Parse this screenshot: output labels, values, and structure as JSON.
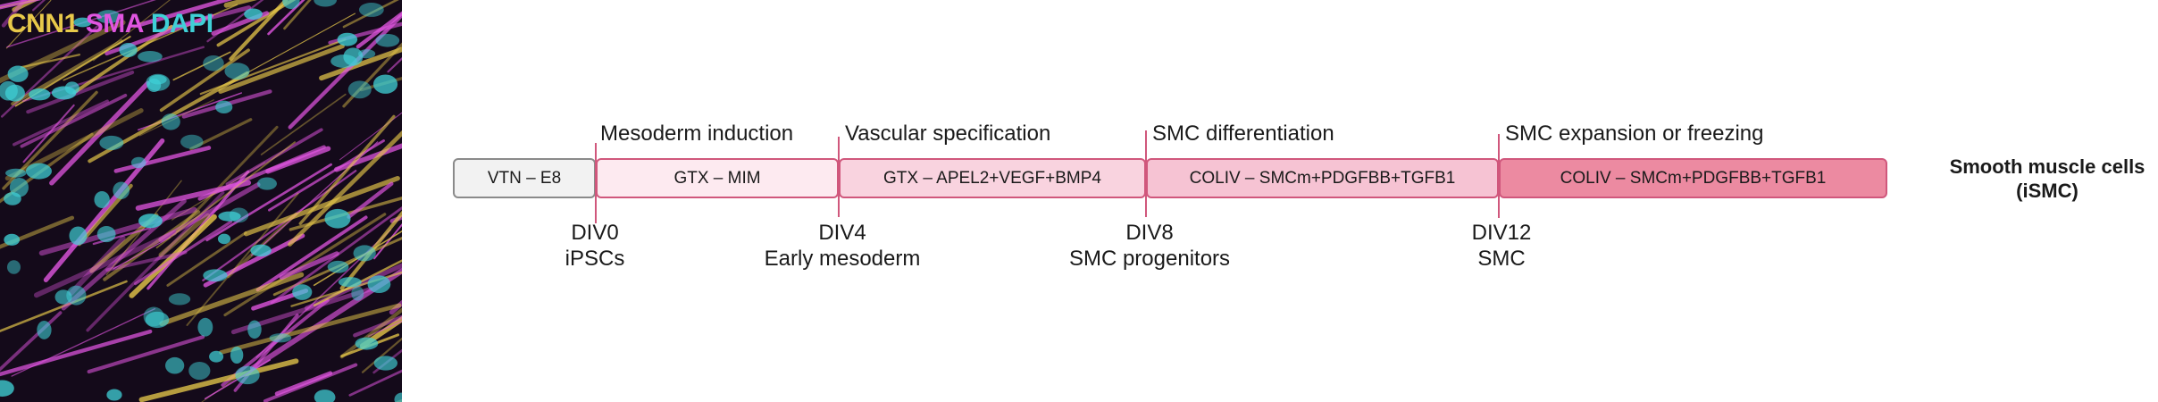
{
  "image_panel": {
    "stains": [
      {
        "name": "CNN1",
        "color": "#e8c94a"
      },
      {
        "name": "SMA",
        "color": "#e055e0"
      },
      {
        "name": "DAPI",
        "color": "#3fd0d6"
      }
    ]
  },
  "timeline": {
    "boxes": [
      {
        "label": "VTN – E8",
        "fill": "#f2f2f2",
        "border": "#8a8a8a"
      },
      {
        "label": "GTX – MIM",
        "fill": "#fdeaf0",
        "border": "#d0577c"
      },
      {
        "label": "GTX – APEL2+VEGF+BMP4",
        "fill": "#f9d3df",
        "border": "#d0577c"
      },
      {
        "label": "COLIV – SMCm+PDGFBB+TGFB1",
        "fill": "#f6c3d3",
        "border": "#d0577c"
      },
      {
        "label": "COLIV – SMCm+PDGFBB+TGFB1",
        "fill": "#ec8aa1",
        "border": "#d0577c"
      }
    ],
    "stages": [
      {
        "label": "Mesoderm induction"
      },
      {
        "label": "Vascular specification"
      },
      {
        "label": "SMC differentiation"
      },
      {
        "label": "SMC expansion or freezing"
      }
    ],
    "time_points": [
      {
        "day": "DIV0",
        "state": "iPSCs"
      },
      {
        "day": "DIV4",
        "state": "Early mesoderm"
      },
      {
        "day": "DIV8",
        "state": "SMC progenitors"
      },
      {
        "day": "DIV12",
        "state": "SMC"
      }
    ],
    "tick_color": "#d0577c",
    "final_product": {
      "line1": "Smooth muscle cells",
      "line2": "(iSMC)"
    }
  }
}
